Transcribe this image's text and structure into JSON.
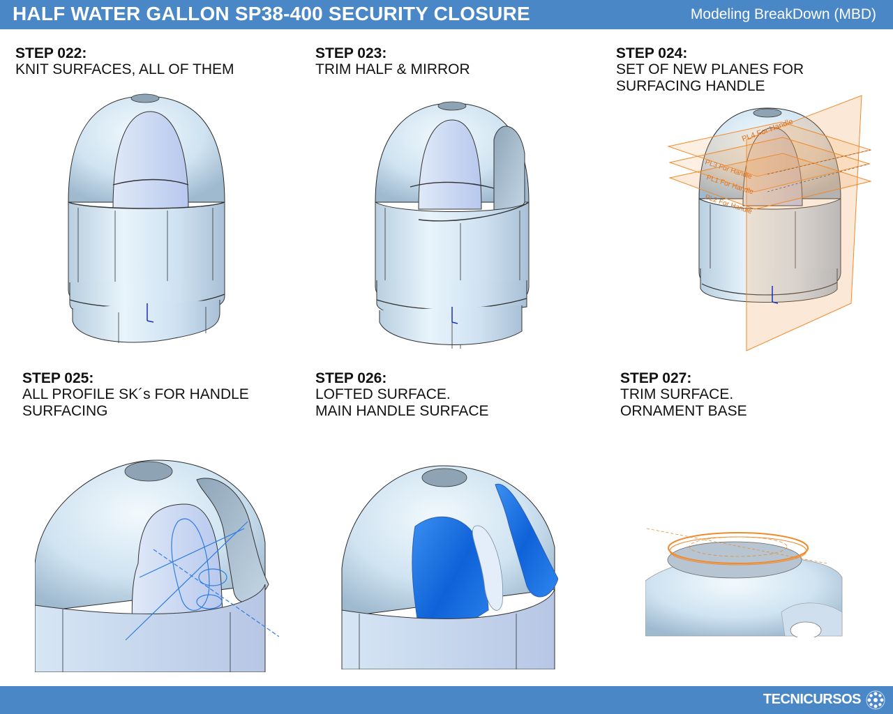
{
  "header": {
    "title": "HALF WATER GALLON SP38-400 SECURITY CLOSURE",
    "subtitle": "Modeling BreakDown (MBD)"
  },
  "steps": [
    {
      "number": "STEP 022:",
      "description": "KNIT SURFACES, ALL OF THEM"
    },
    {
      "number": "STEP 023:",
      "description": "TRIM HALF & MIRROR"
    },
    {
      "number": "STEP 024:",
      "description": "SET OF NEW PLANES FOR\nSURFACING HANDLE"
    },
    {
      "number": "STEP 025:",
      "description": "ALL PROFILE SK´s FOR HANDLE\nSURFACING"
    },
    {
      "number": "STEP 026:",
      "description": "LOFTED SURFACE.\nMAIN HANDLE SURFACE"
    },
    {
      "number": "STEP 027:",
      "description": "TRIM SURFACE.\nORNAMENT BASE"
    }
  ],
  "plane_labels": [
    "PL4 For Handle",
    "PL3 For Handle",
    "PL1 For Handle",
    "PL2 For Handle"
  ],
  "footer": {
    "brand": "TECNICURSOS"
  },
  "colors": {
    "bar": "#4a87c6",
    "surface": "#cfe4f2",
    "handle_surface": "#1e6fe0",
    "plane": "#f08a2c",
    "sketch": "#2f7de0"
  },
  "icons": [
    "axis-triad-icon",
    "tecnicursos-logo-icon"
  ]
}
